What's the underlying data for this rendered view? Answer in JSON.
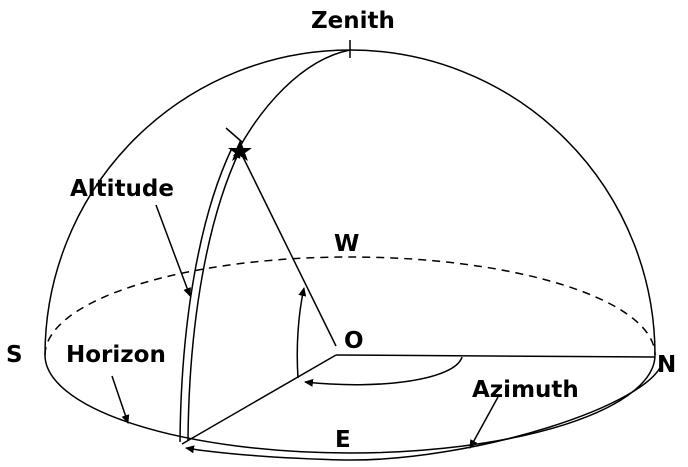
{
  "labels": {
    "zenith": "Zenith",
    "altitude": "Altitude",
    "west": "W",
    "south": "S",
    "horizon": "Horizon",
    "origin": "O",
    "north": "N",
    "azimuth": "Azimuth",
    "east": "E"
  },
  "colors": {
    "line": "#000000",
    "background": "#ffffff"
  },
  "icons": {
    "star": "star-icon"
  }
}
